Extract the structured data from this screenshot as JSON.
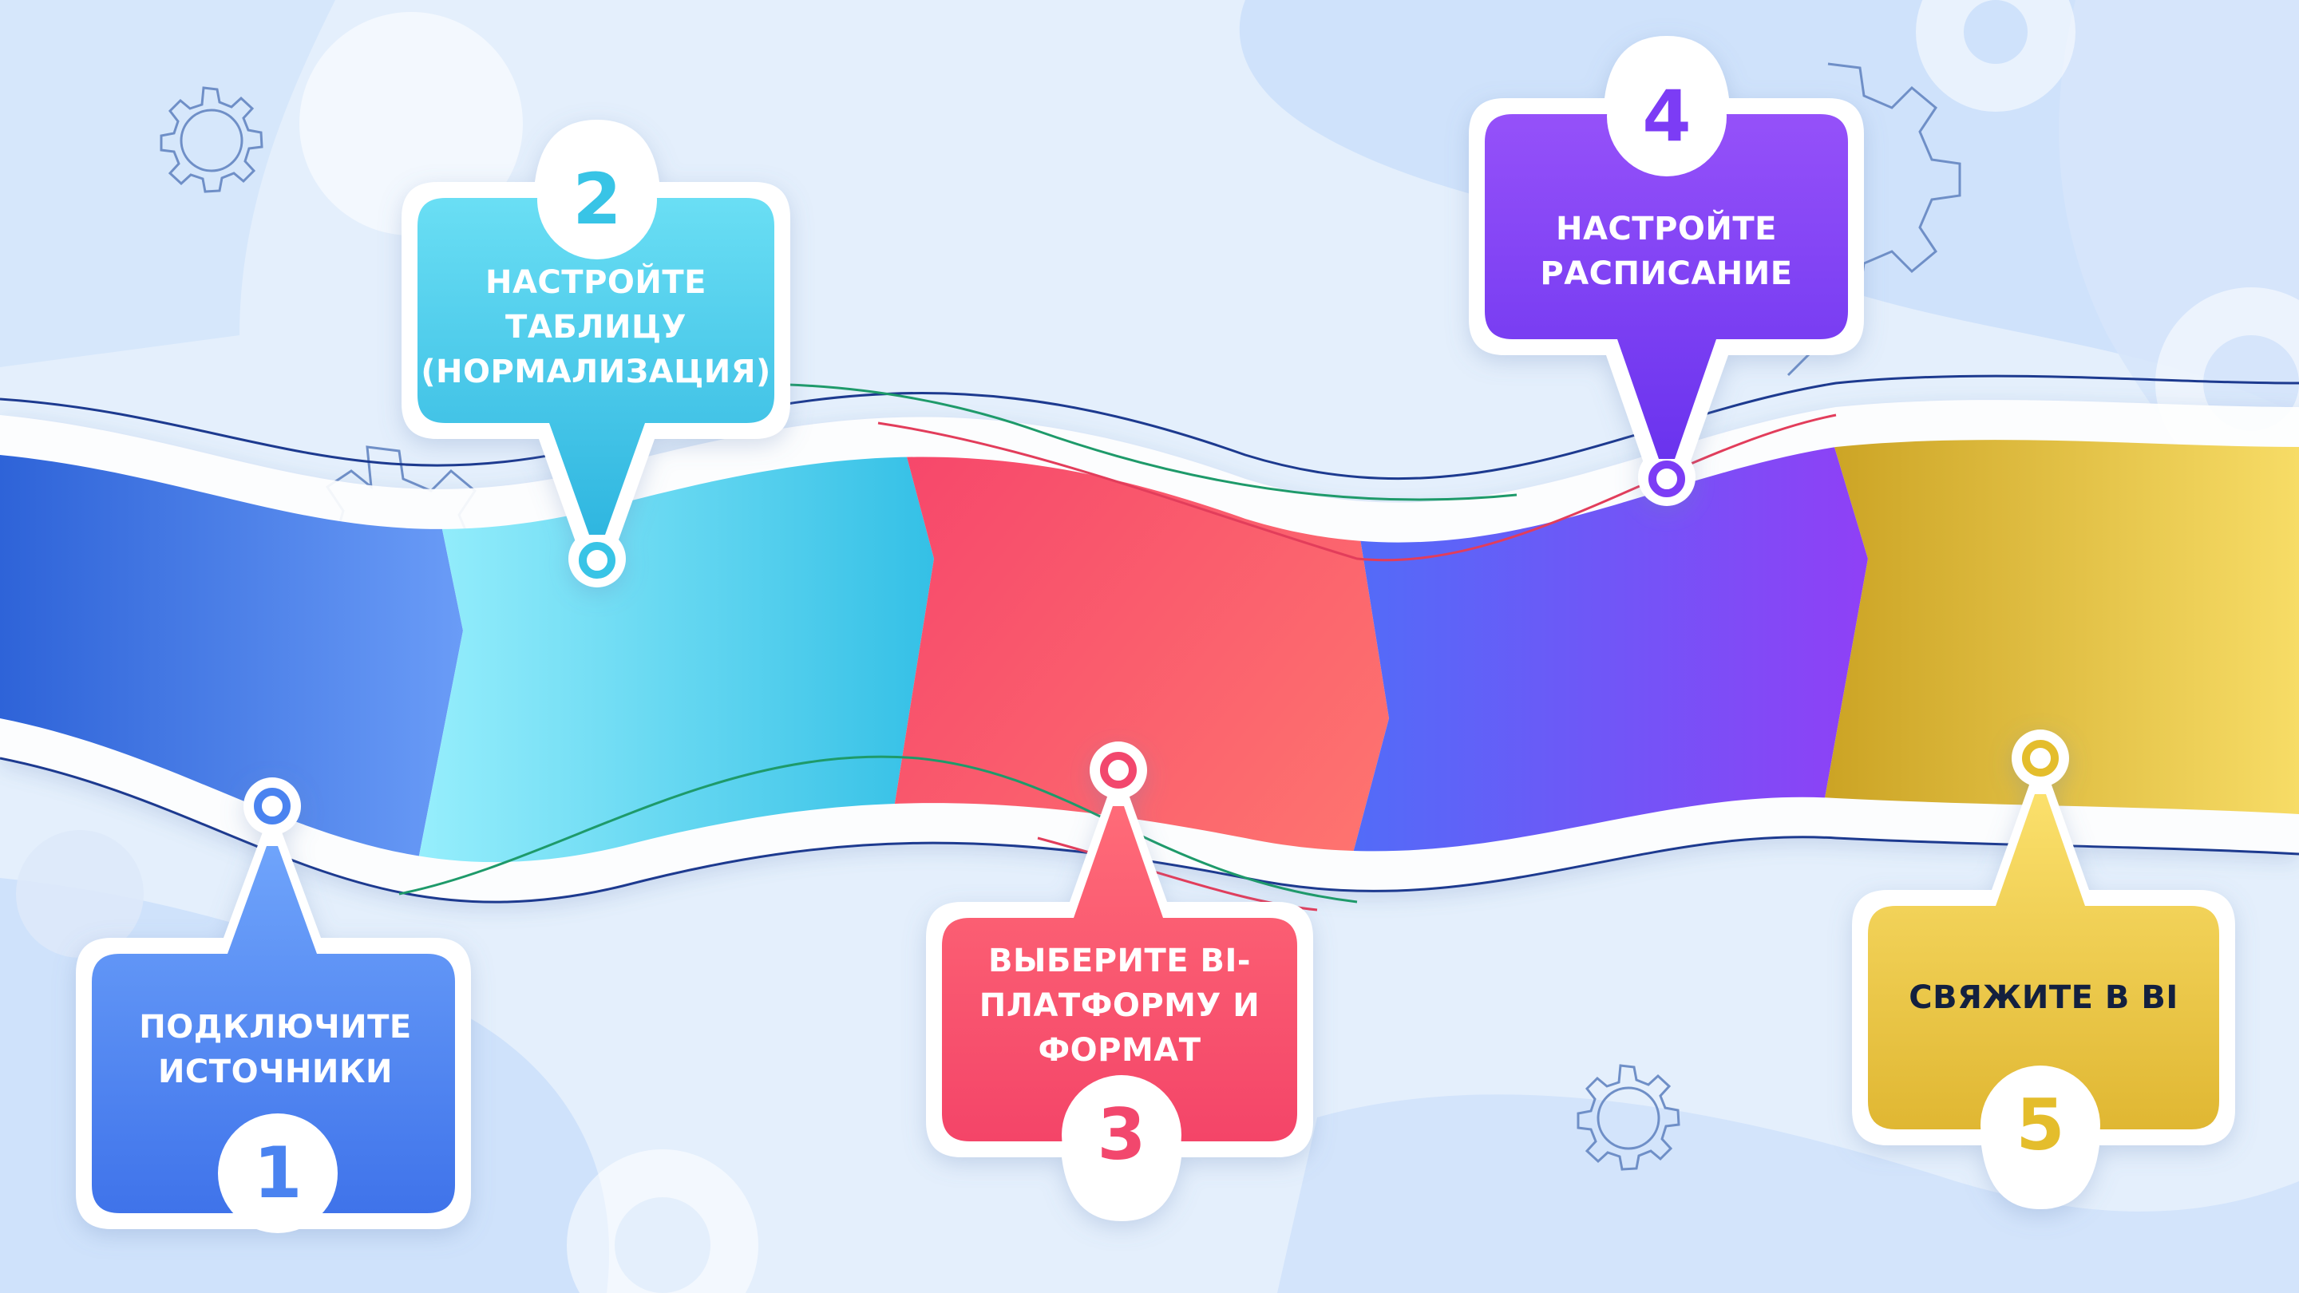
{
  "steps": [
    {
      "number": "1",
      "lines": [
        "ПОДКЛЮЧИТЕ",
        "ИСТОЧНИКИ"
      ],
      "color": "#4a83f0"
    },
    {
      "number": "2",
      "lines": [
        "НАСТРОЙТЕ",
        "ТАБЛИЦУ",
        "(НОРМАЛИЗАЦИЯ)"
      ],
      "color": "#38c4e6"
    },
    {
      "number": "3",
      "lines": [
        "ВЫБЕРИТЕ BI-",
        "ПЛАТФОРМУ И",
        "ФОРМАТ"
      ],
      "color": "#f2476d"
    },
    {
      "number": "4",
      "lines": [
        "НАСТРОЙТЕ",
        "РАСПИСАНИЕ"
      ],
      "color": "#7c3cf5"
    },
    {
      "number": "5",
      "lines": [
        "СВЯЖИТЕ В BI"
      ],
      "color": "#e4bd2c"
    }
  ],
  "colors": {
    "background": "#e4effc",
    "ribbon_blue": "#4a83f0",
    "ribbon_cyan": "#6ee0f6",
    "ribbon_red": "#f5546f",
    "ribbon_purple": "#7b4cf5",
    "ribbon_gold": "#e6c33c",
    "line_navy": "#1d3a8f",
    "line_green": "#1e9a6a",
    "line_red": "#e23d5b"
  },
  "icons": [
    "gear-icon"
  ]
}
